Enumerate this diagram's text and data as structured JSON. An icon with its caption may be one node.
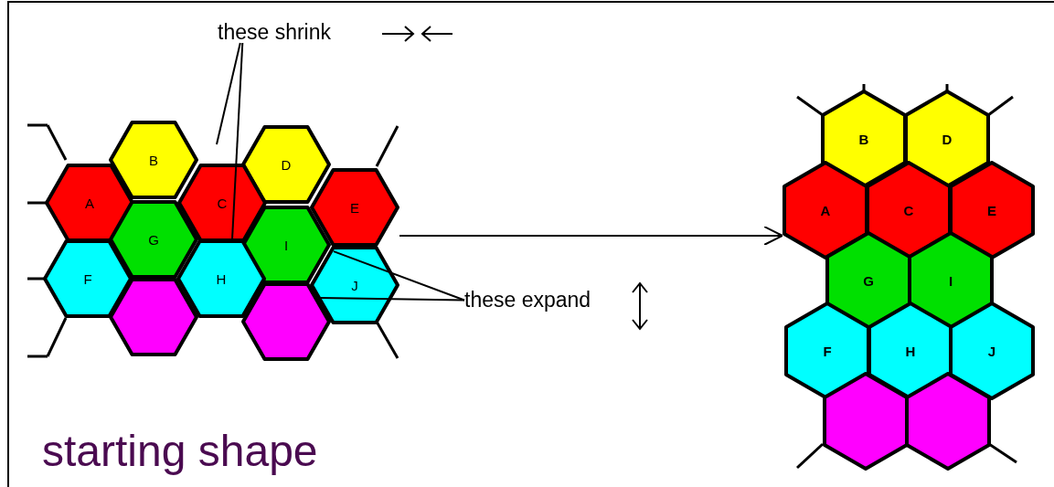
{
  "diagram": {
    "nodes": [
      {
        "text": [],
        "shape": "group",
        "beside": [
          "starting shape"
        ]
      },
      {
        "text": [
          "B"
        ],
        "in": 0
      },
      {
        "text": [
          "D"
        ],
        "in": 0
      },
      {
        "text": [
          "A"
        ],
        "in": 0
      },
      {
        "text": [
          "C"
        ],
        "in": 0
      },
      {
        "text": [
          "E"
        ],
        "in": 0
      },
      {
        "text": [
          "G"
        ],
        "in": 0
      },
      {
        "text": [
          "I"
        ],
        "in": 0
      },
      {
        "text": [
          "F"
        ],
        "in": 0
      },
      {
        "text": [
          "H"
        ],
        "in": 0
      },
      {
        "text": [
          "J"
        ],
        "in": 0
      },
      {
        "text": [],
        "shape": "hexagon",
        "in": 0
      },
      {
        "text": [],
        "shape": "hexagon",
        "in": 0
      },
      {
        "text": [
          "these shrink"
        ]
      },
      {
        "text": [
          "these expand"
        ]
      },
      {
        "text": [],
        "shape": "group"
      },
      {
        "text": [
          "B"
        ],
        "in": 15
      },
      {
        "text": [
          "D"
        ],
        "in": 15
      },
      {
        "text": [
          "A"
        ],
        "in": 15
      },
      {
        "text": [
          "C"
        ],
        "in": 15
      },
      {
        "text": [
          "E"
        ],
        "in": 15
      },
      {
        "text": [
          "G"
        ],
        "in": 15
      },
      {
        "text": [
          "I"
        ],
        "in": 15
      },
      {
        "text": [
          "F"
        ],
        "in": 15
      },
      {
        "text": [
          "H"
        ],
        "in": 15
      },
      {
        "text": [
          "J"
        ],
        "in": 15
      },
      {
        "text": [],
        "shape": "hexagon",
        "in": 15
      },
      {
        "text": [],
        "shape": "hexagon",
        "in": 15
      }
    ],
    "edges": [
      {
        "from": 13,
        "to": null,
        "arrow": "none"
      },
      {
        "from": 13,
        "to": 4,
        "arrow": "none"
      },
      {
        "from": 14,
        "to": 10,
        "arrow": "none"
      },
      {
        "from": 14,
        "to": 10,
        "arrow": "none"
      },
      {
        "from": 0,
        "to": 15,
        "arrow": "to"
      }
    ]
  }
}
